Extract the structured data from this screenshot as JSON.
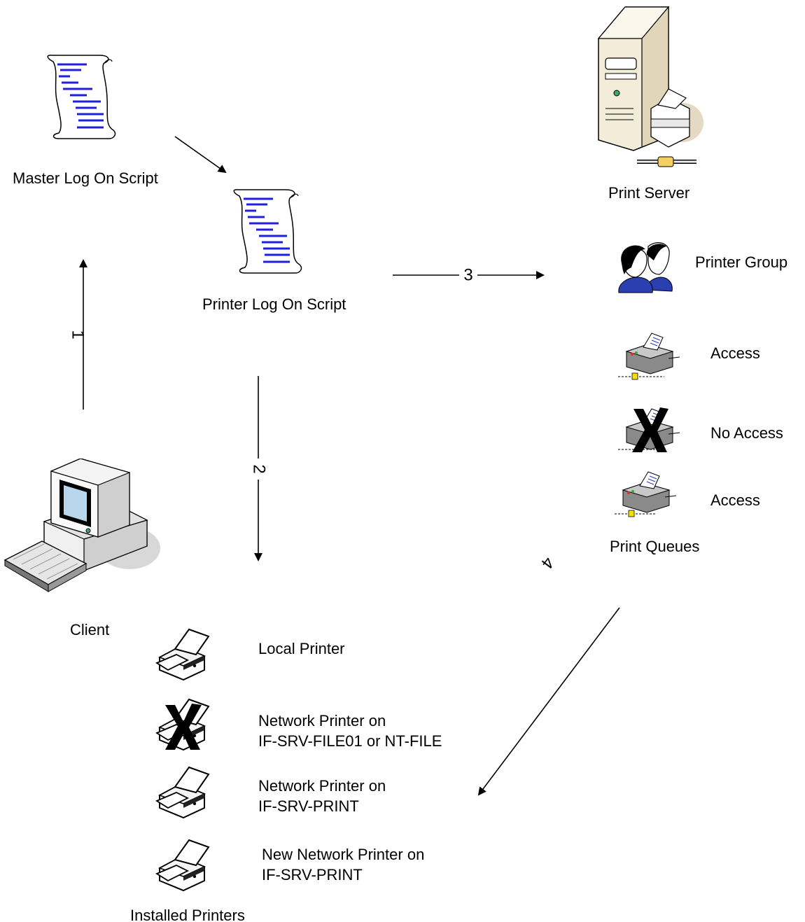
{
  "labels": {
    "master_script": "Master Log On Script",
    "printer_script": "Printer Log On Script",
    "print_server": "Print Server",
    "printer_group": "Printer Group",
    "access_1": "Access",
    "no_access": "No Access",
    "access_2": "Access",
    "print_queues": "Print Queues",
    "client": "Client",
    "installed_printers": "Installed Printers"
  },
  "installed_printers": [
    {
      "lines": [
        "Local Printer"
      ],
      "blocked": false
    },
    {
      "lines": [
        "Network Printer on",
        "IF-SRV-FILE01 or NT-FILE"
      ],
      "blocked": true
    },
    {
      "lines": [
        "Network Printer on",
        "IF-SRV-PRINT"
      ],
      "blocked": false
    },
    {
      "lines": [
        "New Network Printer on",
        "IF-SRV-PRINT"
      ],
      "blocked": false
    }
  ],
  "steps": [
    "1",
    "2",
    "3",
    "4"
  ],
  "colors": {
    "script_lines": "#1f1fe0",
    "line": "#000000",
    "server": "#f2ecd8"
  }
}
